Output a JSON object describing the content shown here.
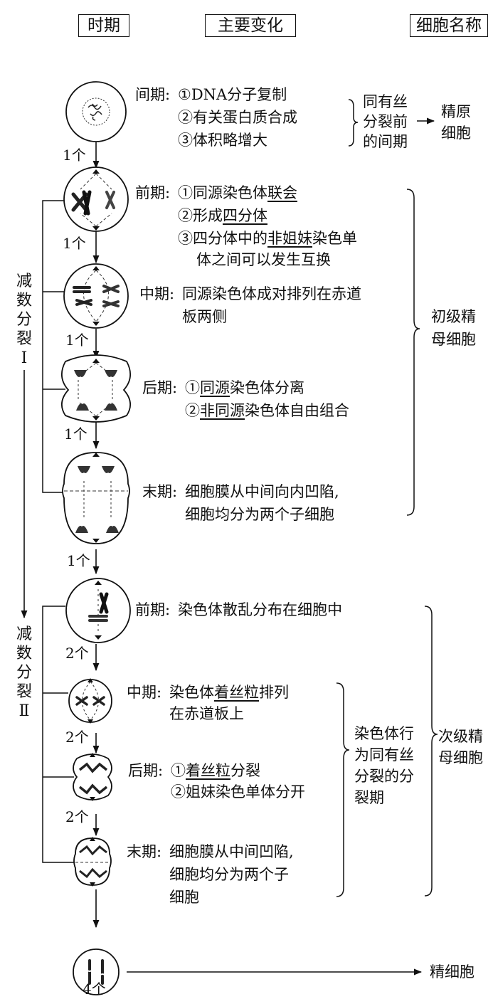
{
  "headers": {
    "period": "时期",
    "change": "主要变化",
    "cell_name": "细胞名称"
  },
  "interphase": {
    "label": "间期:",
    "items": [
      "①DNA分子复制",
      "②有关蛋白质合成",
      "③体积略增大"
    ],
    "note": [
      "同有丝",
      "分裂前",
      "的间期"
    ],
    "cell": [
      "精原",
      "细胞"
    ],
    "count": "1个"
  },
  "meiosis1": {
    "side_label": [
      "减",
      "数",
      "分",
      "裂",
      "Ⅰ"
    ],
    "prophase": {
      "label": "前期:",
      "l1_pre": "①同源染色体",
      "l1_u": "联会",
      "l2_pre": "②形成",
      "l2_u": "四分体",
      "l3_pre": "③四分体中的",
      "l3_u": "非姐妹",
      "l3_post": "染色单",
      "l4": "体之间可以发生互换",
      "count": "1个"
    },
    "metaphase": {
      "label": "中期:",
      "l1": "同源染色体成对排列在赤道",
      "l2": "板两侧",
      "count": "1个"
    },
    "anaphase": {
      "label": "后期:",
      "l1_pre": "①",
      "l1_u": "同源",
      "l1_post": "染色体分离",
      "l2_pre": "②",
      "l2_u": "非同源",
      "l2_post": "染色体自由组合",
      "count": "1个"
    },
    "telophase": {
      "label": "末期:",
      "l1": "细胞膜从中间向内凹陷,",
      "l2": "细胞均分为两个子细胞",
      "count": "1个"
    },
    "cell_name": [
      "初级精",
      "母细胞"
    ]
  },
  "meiosis2": {
    "side_label": [
      "减",
      "数",
      "分",
      "裂",
      "Ⅱ"
    ],
    "prophase": {
      "label": "前期:",
      "l1": "染色体散乱分布在细胞中",
      "count": "2个"
    },
    "metaphase": {
      "label": "中期:",
      "l1_pre": "染色体",
      "l1_u": "着丝粒",
      "l1_post": "排列",
      "l2": "在赤道板上",
      "count": "2个"
    },
    "anaphase": {
      "label": "后期:",
      "l1_pre": "①",
      "l1_u": "着丝粒",
      "l1_post": "分裂",
      "l2": "②姐妹染色单体分开",
      "count": "2个"
    },
    "telophase": {
      "label": "末期:",
      "l1": "细胞膜从中间凹陷,",
      "l2": "细胞均分为两个子",
      "l3": "细胞"
    },
    "behavior_note": [
      "染色体行",
      "为同有丝",
      "分裂的分",
      "裂期"
    ],
    "cell_name": [
      "次级精",
      "母细胞"
    ]
  },
  "final": {
    "cell_name": "精细胞",
    "count": "4个"
  }
}
